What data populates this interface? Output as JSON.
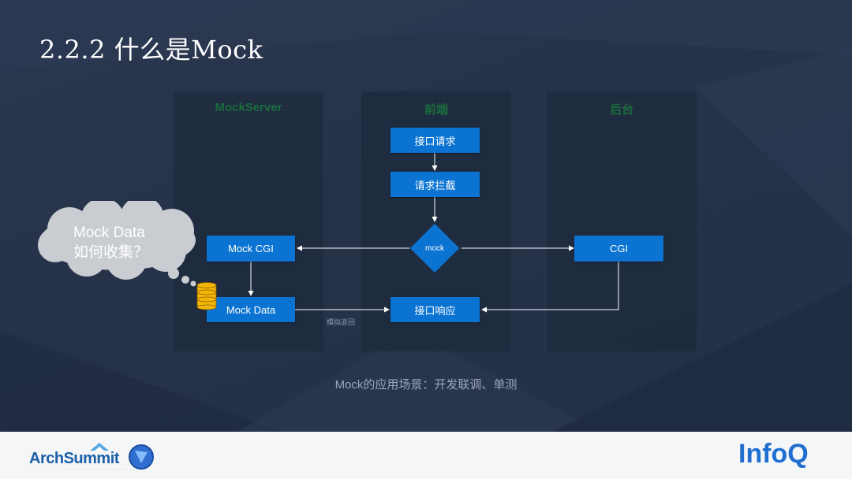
{
  "slide": {
    "title": "2.2.2 什么是Mock",
    "caption": "Mock的应用场景：开发联调、单测"
  },
  "columns": [
    {
      "header": "MockServer"
    },
    {
      "header": "前端"
    },
    {
      "header": "后台"
    }
  ],
  "nodes": {
    "api_request": "接口请求",
    "request_intercept": "请求拦截",
    "decision": "mock",
    "mock_cgi": "Mock CGI",
    "mock_data": "Mock Data",
    "cgi": "CGI",
    "api_response": "接口响应"
  },
  "edge_labels": {
    "mock_return": "模拟返回"
  },
  "cloud": {
    "line1": "Mock Data",
    "line2": "如何收集？"
  },
  "footer": {
    "left_logo_text": "ArchSummit",
    "right_logo_text": "InfoQ"
  },
  "colors": {
    "node_fill": "#0b73d1",
    "column_header": "#1a6e3c",
    "cloud": "#c9ccd1",
    "database": "#f2b705",
    "infoq_brand": "#1f6fd1"
  }
}
